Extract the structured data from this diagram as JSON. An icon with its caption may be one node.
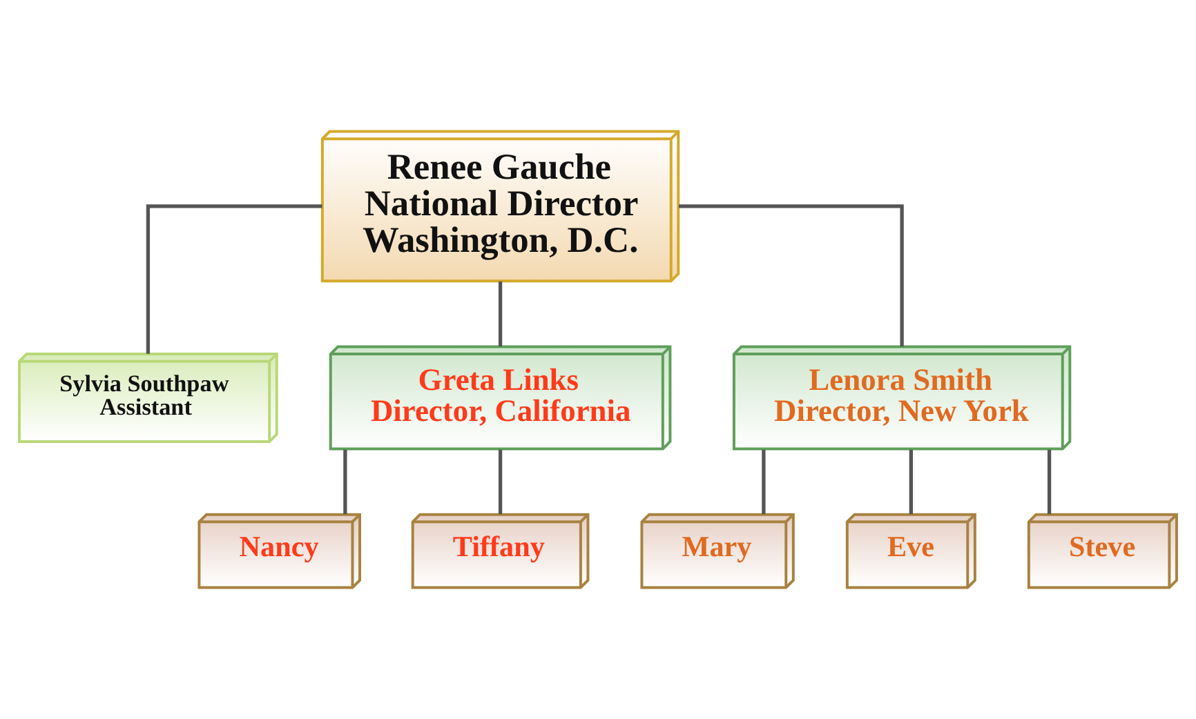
{
  "diagram": {
    "nodes": [
      {
        "text": [
          "Renee Gauche",
          "National Director",
          "Washington, D.C."
        ]
      },
      {
        "text": [
          "Sylvia Southpaw",
          "Assistant"
        ]
      },
      {
        "text": [
          "Greta Links",
          "Director, California"
        ]
      },
      {
        "text": [
          "Lenora Smith",
          "Director, New York"
        ]
      },
      {
        "text": [
          "Nancy"
        ]
      },
      {
        "text": [
          "Tiffany"
        ]
      },
      {
        "text": [
          "Mary"
        ]
      },
      {
        "text": [
          "Eve"
        ]
      },
      {
        "text": [
          "Steve"
        ]
      }
    ],
    "edges": [
      {
        "from": 0,
        "to": 1,
        "arrow": "none"
      },
      {
        "from": 0,
        "to": 2,
        "arrow": "none"
      },
      {
        "from": 0,
        "to": 3,
        "arrow": "none"
      },
      {
        "from": 2,
        "to": 4,
        "arrow": "none"
      },
      {
        "from": 2,
        "to": 5,
        "arrow": "none"
      },
      {
        "from": 3,
        "to": 6,
        "arrow": "none"
      },
      {
        "from": 3,
        "to": 7,
        "arrow": "none"
      },
      {
        "from": 3,
        "to": 8,
        "arrow": "none"
      }
    ]
  }
}
